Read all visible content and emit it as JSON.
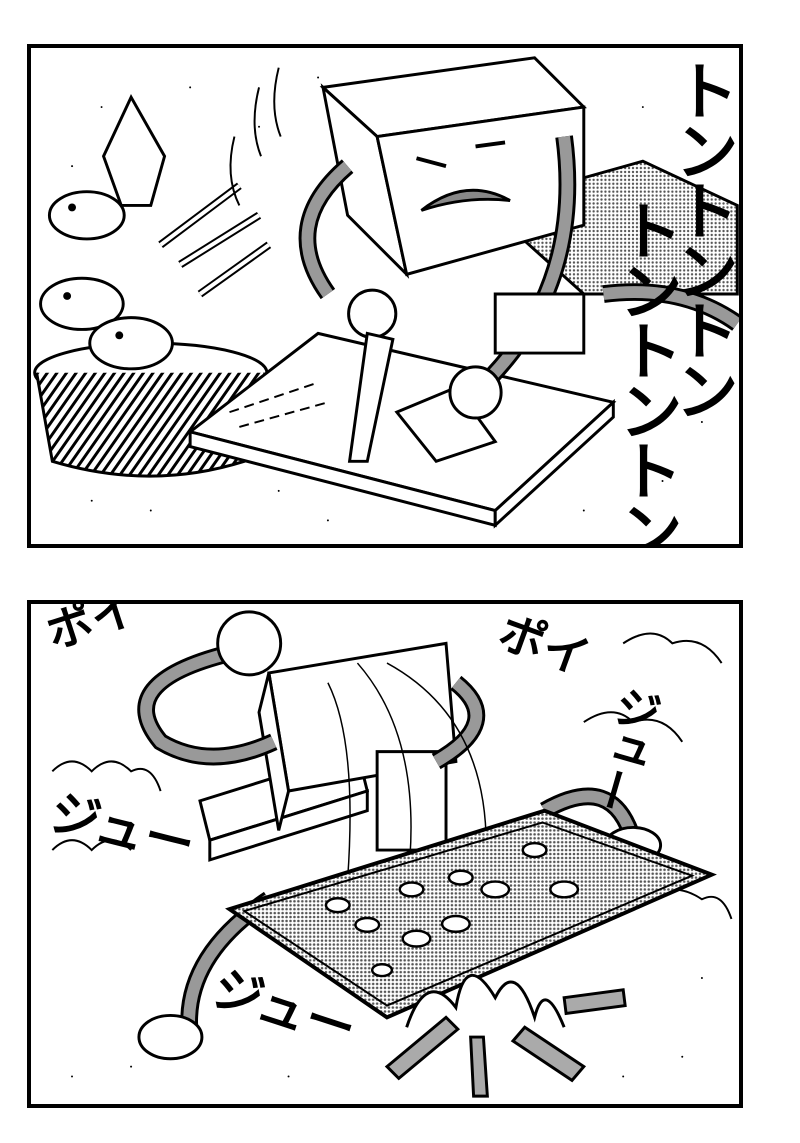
{
  "panels": {
    "top": {
      "sfx_chop": [
        "トントントン",
        "トントントン"
      ]
    },
    "bottom": {
      "sfx_toss": [
        "ポイ",
        "ポイ"
      ],
      "sfx_sizzle": [
        "ジュー",
        "ジュー",
        "ジュー"
      ]
    }
  },
  "colors": {
    "ink": "#000000",
    "paper": "#ffffff",
    "screentone": "#9a9a9a",
    "light_tone": "#d0d0d0"
  },
  "illustration": {
    "top": [
      "robot-chef",
      "fish-basket",
      "cutting-board",
      "knife",
      "griddle"
    ],
    "bottom": [
      "robot-chef",
      "cutting-board",
      "griddle",
      "seafood-pieces",
      "campfire",
      "smoke-clouds"
    ]
  }
}
